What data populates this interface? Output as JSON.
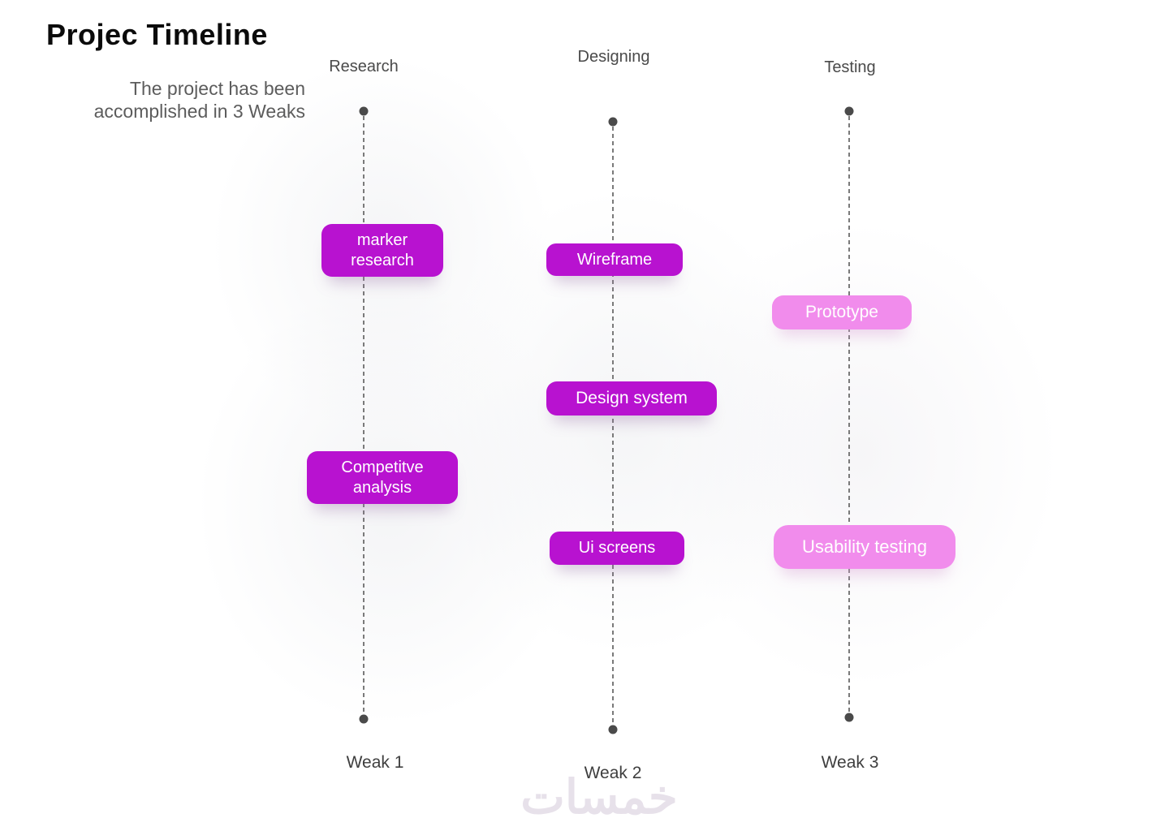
{
  "page": {
    "title": "Projec Timeline",
    "subtitle_line1": "The project has been",
    "subtitle_line2": "accomplished in 3 Weaks",
    "watermark": "خمسات"
  },
  "colors": {
    "magenta": "#B812D0",
    "pink": "#F18CEC",
    "dot": "#4A4A4A",
    "line": "#7A7A7A",
    "title": "#0B0B0B",
    "subtitle": "#5C5C5C",
    "headertext": "#4A4A4A",
    "weektext": "#3E3E3E",
    "watermark": "#E7E1EA"
  },
  "timeline": {
    "columns": [
      {
        "header": "Research",
        "week_label": "Weak 1",
        "tasks": [
          {
            "label": "marker research",
            "color": "magenta"
          },
          {
            "label": "Competitve analysis",
            "color": "magenta"
          }
        ]
      },
      {
        "header": "Designing",
        "week_label": "Weak 2",
        "tasks": [
          {
            "label": "Wireframe",
            "color": "magenta"
          },
          {
            "label": "Design system",
            "color": "magenta"
          },
          {
            "label": "Ui screens",
            "color": "magenta"
          }
        ]
      },
      {
        "header": "Testing",
        "week_label": "Weak 3",
        "tasks": [
          {
            "label": "Prototype",
            "color": "pink"
          },
          {
            "label": "Usability testing",
            "color": "pink"
          }
        ]
      }
    ]
  }
}
